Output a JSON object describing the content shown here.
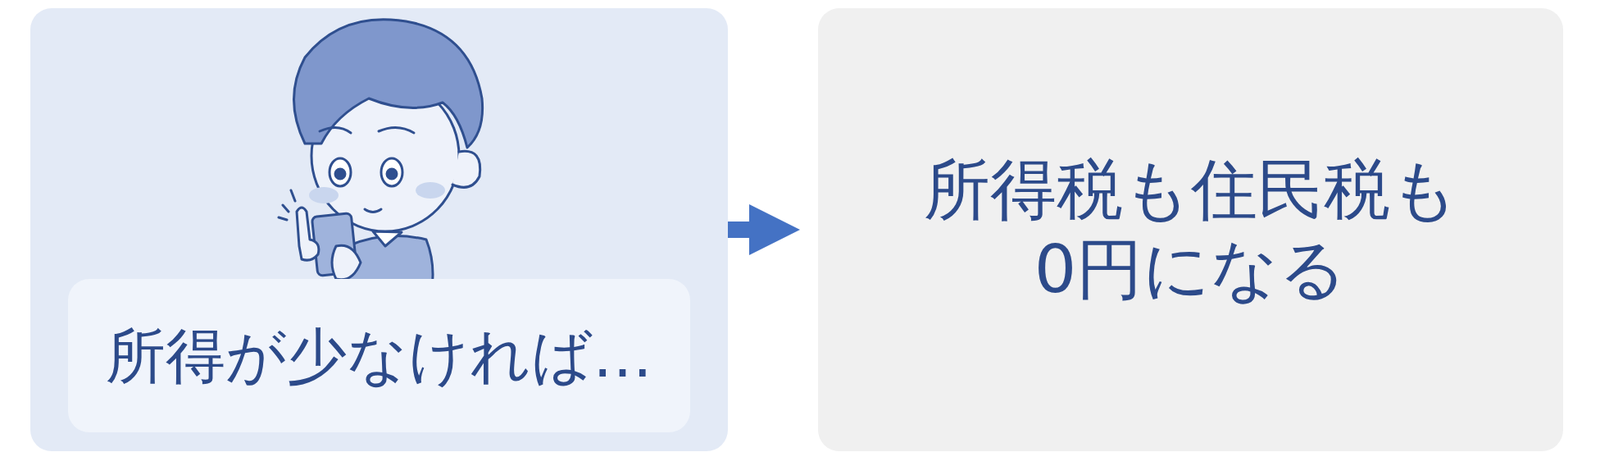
{
  "diagram": {
    "nodes": [
      {
        "text": []
      },
      {
        "text": [
          "所得が少なければ…"
        ],
        "in": 0
      },
      {
        "text": [
          "所得税も住民税も 0円になる"
        ]
      }
    ],
    "edges": [
      {
        "from": 0,
        "to": 2,
        "arrow": "to"
      }
    ]
  }
}
